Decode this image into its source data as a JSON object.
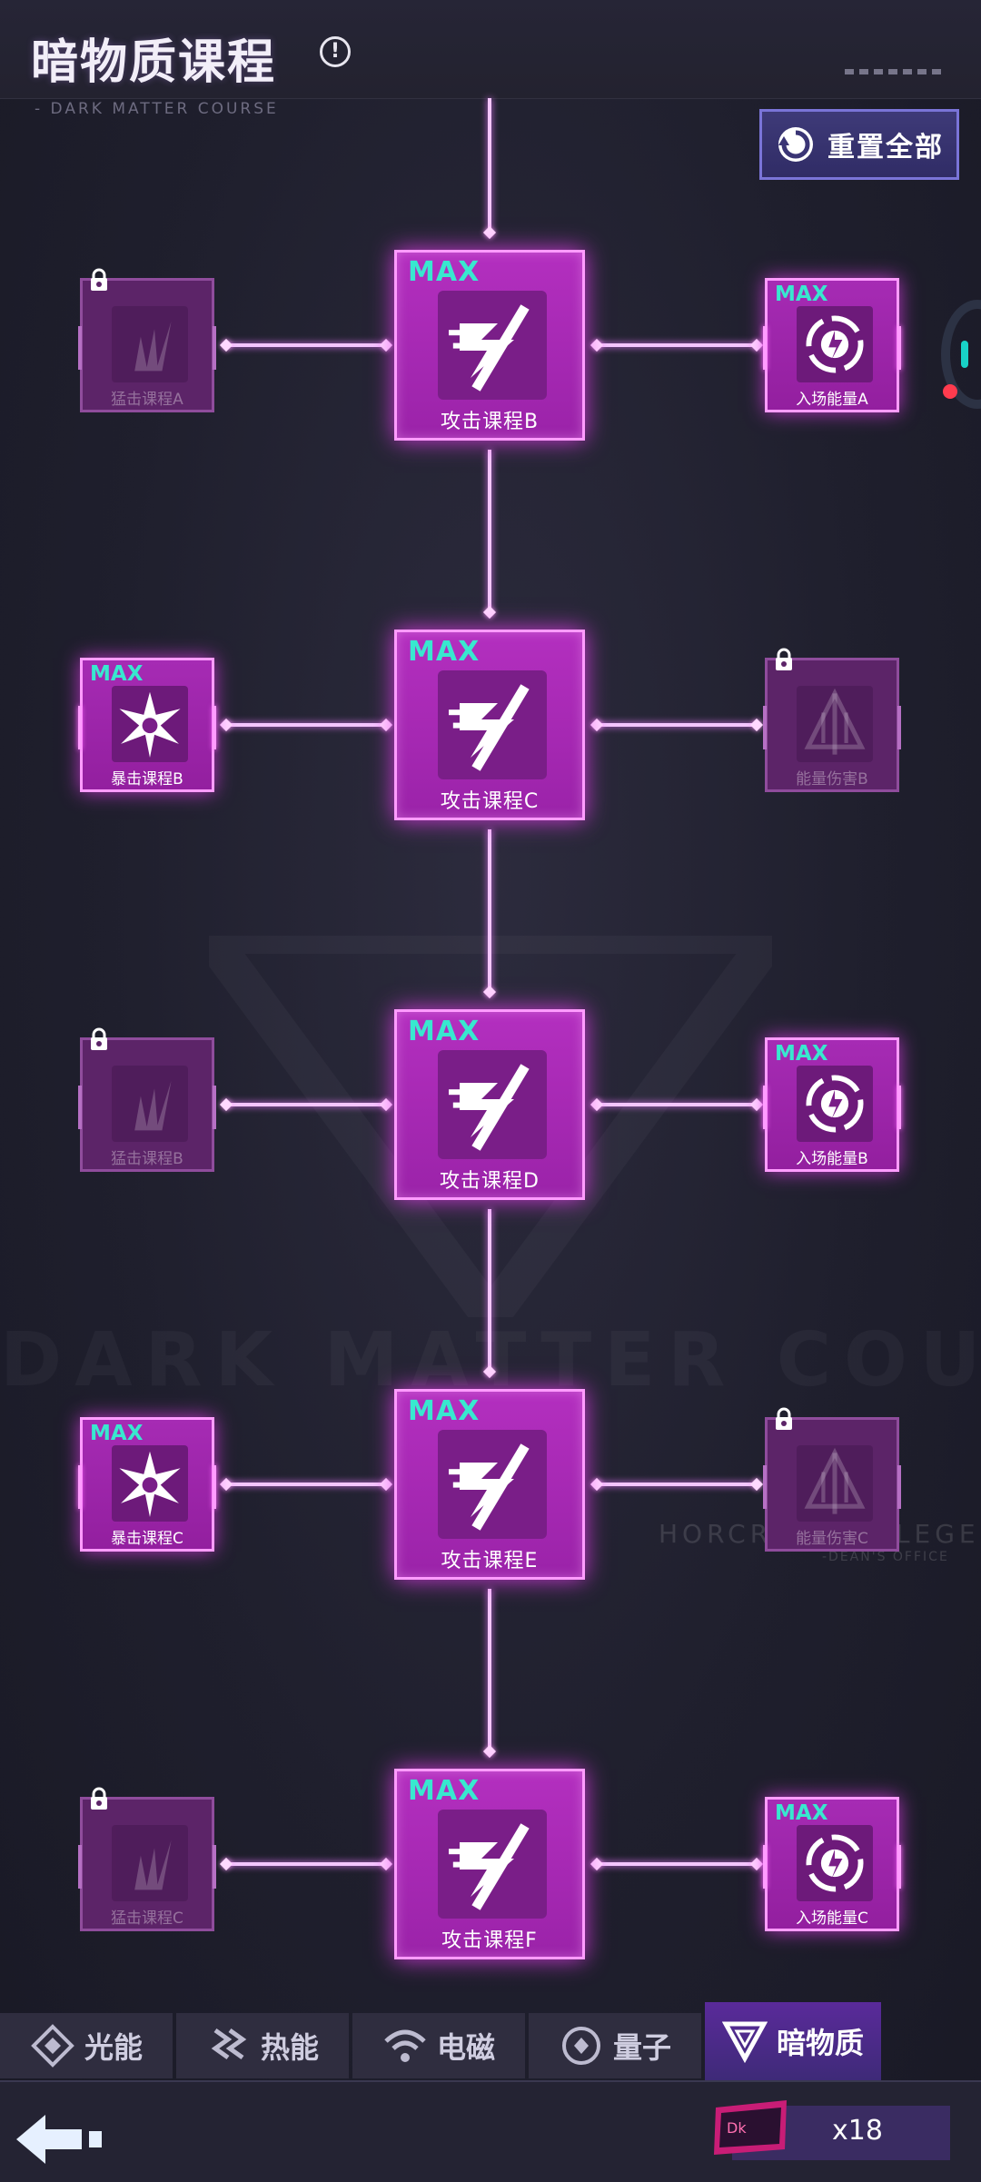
{
  "header": {
    "title": "暗物质课程",
    "subtitle": "- DARK MATTER COURSE",
    "info_icon": "info-icon",
    "reset_button": "重置全部"
  },
  "background": {
    "watermark": "DARK MATTER COURSE",
    "college": "HORCRUX COLLEGE",
    "office": "-DEAN'S OFFICE"
  },
  "colors": {
    "node_active": "#b32fbf",
    "node_locked": "#5c2468",
    "max_label": "#38e8cf",
    "connector": "#f4c6ff",
    "tab_active": "#5a2a9a"
  },
  "tree": {
    "rows": [
      {
        "left": {
          "label": "猛击课程A",
          "locked": true,
          "max": "",
          "icon": "slash-burst-icon"
        },
        "main": {
          "label": "攻击课程B",
          "max": "MAX",
          "icon": "attack-slash-icon"
        },
        "right": {
          "label": "入场能量A",
          "locked": false,
          "max": "MAX",
          "icon": "energy-swirl-icon"
        }
      },
      {
        "left": {
          "label": "暴击课程B",
          "locked": false,
          "max": "MAX",
          "icon": "crit-burst-icon"
        },
        "main": {
          "label": "攻击课程C",
          "max": "MAX",
          "icon": "attack-slash-icon"
        },
        "right": {
          "label": "能量伤害B",
          "locked": true,
          "max": "",
          "icon": "trident-icon"
        }
      },
      {
        "left": {
          "label": "猛击课程B",
          "locked": true,
          "max": "",
          "icon": "slash-burst-icon"
        },
        "main": {
          "label": "攻击课程D",
          "max": "MAX",
          "icon": "attack-slash-icon"
        },
        "right": {
          "label": "入场能量B",
          "locked": false,
          "max": "MAX",
          "icon": "energy-swirl-icon"
        }
      },
      {
        "left": {
          "label": "暴击课程C",
          "locked": false,
          "max": "MAX",
          "icon": "crit-burst-icon"
        },
        "main": {
          "label": "攻击课程E",
          "max": "MAX",
          "icon": "attack-slash-icon"
        },
        "right": {
          "label": "能量伤害C",
          "locked": true,
          "max": "",
          "icon": "trident-icon"
        }
      },
      {
        "left": {
          "label": "猛击课程C",
          "locked": true,
          "max": "",
          "icon": "slash-burst-icon"
        },
        "main": {
          "label": "攻击课程F",
          "max": "MAX",
          "icon": "attack-slash-icon"
        },
        "right": {
          "label": "入场能量C",
          "locked": false,
          "max": "MAX",
          "icon": "energy-swirl-icon"
        }
      }
    ]
  },
  "tabs": [
    {
      "label": "光能",
      "icon": "diamond-icon",
      "active": false
    },
    {
      "label": "热能",
      "icon": "heat-waves-icon",
      "active": false
    },
    {
      "label": "电磁",
      "icon": "wifi-signal-icon",
      "active": false
    },
    {
      "label": "量子",
      "icon": "quantum-orb-icon",
      "active": false
    },
    {
      "label": "暗物质",
      "icon": "dark-matter-v-icon",
      "active": true
    }
  ],
  "footer": {
    "back_icon": "back-arrow-icon",
    "item_icon": "ticket-card-icon",
    "item_count": "x18"
  }
}
